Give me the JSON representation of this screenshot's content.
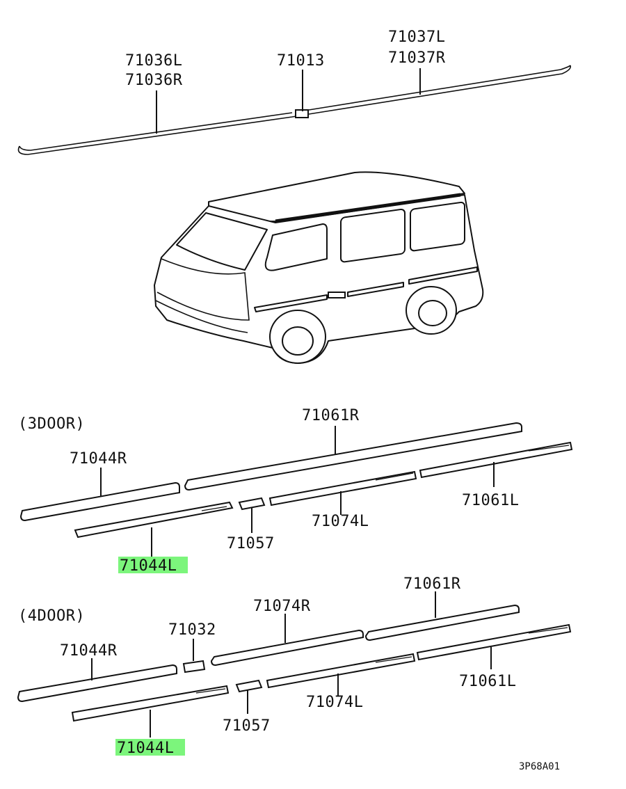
{
  "top": {
    "label_71036": [
      "71036L",
      "71036R"
    ],
    "label_71013": "71013",
    "label_71037": [
      "71037L",
      "71037R"
    ]
  },
  "section_3door": {
    "heading": "(3DOOR)",
    "labels": {
      "p71061R": "71061R",
      "p71044R": "71044R",
      "p71061L": "71061L",
      "p71074L": "71074L",
      "p71057": "71057",
      "p71044L": "71044L"
    }
  },
  "section_4door": {
    "heading": "(4DOOR)",
    "labels": {
      "p71061R": "71061R",
      "p71074R": "71074R",
      "p71032": "71032",
      "p71044R": "71044R",
      "p71061L": "71061L",
      "p71074L": "71074L",
      "p71057": "71057",
      "p71044L": "71044L"
    }
  },
  "highlight_color": "#7CF57C",
  "diagram_code": "3P68A01"
}
